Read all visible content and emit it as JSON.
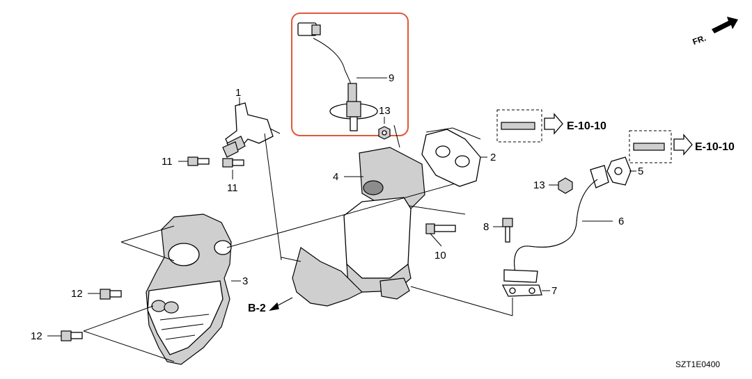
{
  "diagram": {
    "direction_label": "FR.",
    "diagram_code": "SZT1E0400",
    "callouts": {
      "c1": "1",
      "c2": "2",
      "c3": "3",
      "c4": "4",
      "c5": "5",
      "c6": "6",
      "c7": "7",
      "c8": "8",
      "c9": "9",
      "c10": "10",
      "c11a": "11",
      "c11b": "11",
      "c12a": "12",
      "c12b": "12",
      "c13a": "13",
      "c13b": "13"
    },
    "references": {
      "e1010_a": "E-10-10",
      "e1010_b": "E-10-10",
      "b2": "B-2"
    },
    "highlight_color": "#e0573a"
  }
}
